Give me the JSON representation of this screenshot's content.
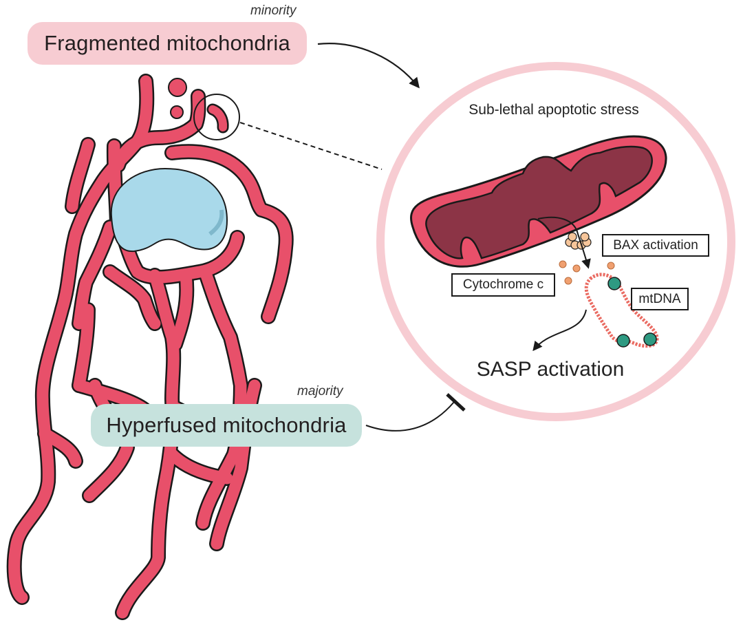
{
  "figure": {
    "fragmented": {
      "label": "Fragmented mitochondria",
      "qualifier": "minority",
      "color": "#f7ccd2"
    },
    "hyperfused": {
      "label": "Hyperfused mitochondria",
      "qualifier": "majority",
      "color": "#c6e2dd"
    },
    "inset": {
      "title": "Sub-lethal apoptotic stress",
      "ring_color": "#f7ccd2",
      "labels": {
        "bax": "BAX activation",
        "cytochrome": "Cytochrome c",
        "mtdna": "mtDNA"
      },
      "outcome": "SASP activation"
    },
    "colors": {
      "mito_outer": "#e8506a",
      "mito_matrix": "#8c3446",
      "nucleus": "#a9d9ea",
      "bax": "#f6c59a",
      "mtdna": "#ea6b62",
      "tfam": "#2e9a82",
      "outline": "#1a1a1a"
    },
    "relations": [
      {
        "from": "Fragmented mitochondria",
        "to": "Sub-lethal apoptotic stress",
        "type": "activates"
      },
      {
        "from": "Hyperfused mitochondria",
        "to": "Sub-lethal apoptotic stress",
        "type": "inhibits"
      },
      {
        "from": "mtDNA",
        "to": "SASP activation",
        "type": "activates"
      }
    ]
  }
}
